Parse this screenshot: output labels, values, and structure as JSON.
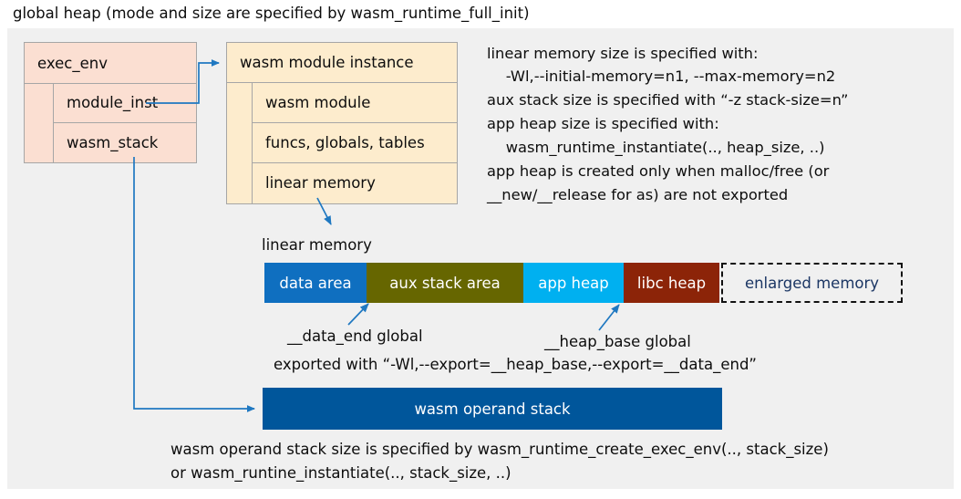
{
  "title": "global heap (mode and size are specified by wasm_runtime_full_init)",
  "colors": {
    "canvas_bg": "#f0f0f0",
    "exec_env_fill": "#fbdfd2",
    "module_inst_fill": "#fdeccd",
    "box_border": "#a6a6a6",
    "arrow": "#1f78c1",
    "data_area": "#0f6fc0",
    "aux_stack_area": "#666600",
    "app_heap": "#00b0f0",
    "libc_heap": "#8c2408",
    "enlarged_memory_border": "#111111",
    "enlarged_memory_text": "#1b3664",
    "operand_stack": "#00569b",
    "text": "#0d0d0d"
  },
  "exec_env": {
    "header": "exec_env",
    "fields": [
      {
        "label": "module_inst"
      },
      {
        "label": "wasm_stack"
      }
    ]
  },
  "module_instance": {
    "header": "wasm module instance",
    "fields": [
      {
        "label": "wasm module"
      },
      {
        "label": "funcs, globals, tables"
      },
      {
        "label": "linear memory"
      }
    ]
  },
  "notes": {
    "lines": [
      "linear memory size is specified with:",
      "    -Wl,--initial-memory=n1, --max-memory=n2",
      "aux stack size is specified with “-z stack-size=n”",
      "app heap size is specified with:",
      "    wasm_runtime_instantiate(.., heap_size, ..)",
      "app heap is created only when malloc/free (or",
      "__new/__release for as) are not exported"
    ]
  },
  "linear_memory": {
    "label": "linear memory",
    "segments": [
      {
        "label": "data area",
        "color": "#0f6fc0",
        "dashed": false
      },
      {
        "label": "aux stack area",
        "color": "#666600",
        "dashed": false
      },
      {
        "label": "app heap",
        "color": "#00b0f0",
        "dashed": false
      },
      {
        "label": "libc heap",
        "color": "#8c2408",
        "dashed": false
      },
      {
        "label": "enlarged memory",
        "color": "#f0f0f0",
        "dashed": true
      }
    ]
  },
  "annotations": {
    "data_end": "__data_end global",
    "heap_base": "__heap_base global",
    "exported_with": "exported with “-Wl,--export=__heap_base,--export=__data_end”"
  },
  "operand_stack": {
    "label": "wasm operand stack",
    "note_line1": "wasm operand stack size is specified by wasm_runtime_create_exec_env(.., stack_size)",
    "note_line2": "or wasm_runtine_instantiate(.., stack_size, ..)"
  }
}
